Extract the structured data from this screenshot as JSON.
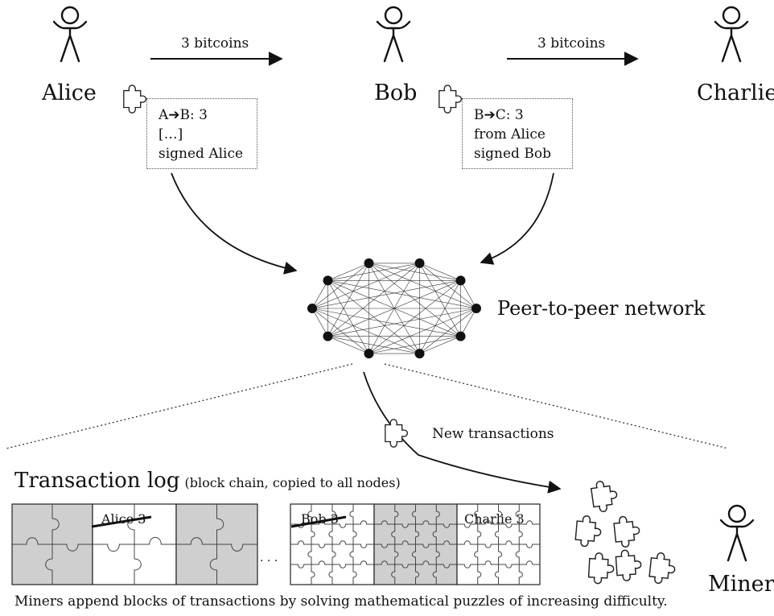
{
  "people": {
    "alice": "Alice",
    "bob": "Bob",
    "charlie": "Charlie",
    "miner": "Miner"
  },
  "transfers": {
    "alice_to_bob": "3 bitcoins",
    "bob_to_charlie": "3 bitcoins"
  },
  "tx_alice_bob": {
    "line1": "A➔B: 3",
    "line2": "[…]",
    "line3": "signed Alice"
  },
  "tx_bob_charlie": {
    "line1": "B➔C: 3",
    "line2": "from Alice",
    "line3": "signed Bob"
  },
  "network": {
    "label": "Peer-to-peer network"
  },
  "new_transactions": {
    "label": "New transactions"
  },
  "log": {
    "title": "Transaction log",
    "subtitle": "(block chain, copied to all nodes)",
    "entries": [
      "Alice 3",
      "Bob 3",
      "Charlie 3"
    ],
    "ellipsis": "· · ·"
  },
  "caption": "Miners append blocks of transactions by solving mathematical puzzles of increasing difficulty.",
  "colors": {
    "ink": "#111111",
    "shaded_block": "#cfcfcf",
    "white_block": "#ffffff"
  },
  "icons": [
    "person-icon",
    "puzzle-piece-icon",
    "arrow-icon"
  ]
}
